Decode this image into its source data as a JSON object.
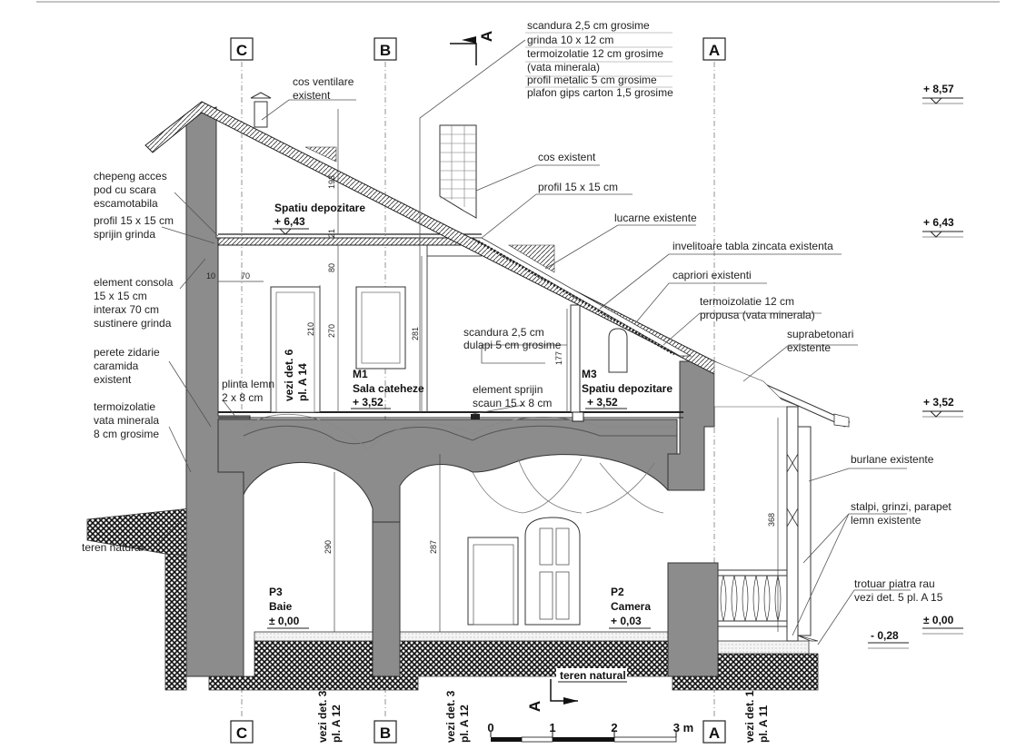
{
  "gridlines": {
    "C": "C",
    "B": "B",
    "A": "A"
  },
  "section_marker": "A",
  "levels": {
    "top": "+ 8,57",
    "attic": "+ 6,43",
    "first": "+ 3,52",
    "ground": "± 0,00",
    "sidewalk": "- 0,28"
  },
  "roof_layers": [
    "scandura 2,5 cm grosime",
    "grinda 10 x 12 cm",
    "termoizolatie 12 cm grosime",
    "(vata minerala)",
    "profil metalic 5 cm grosime",
    "plafon gips carton 1,5 grosime"
  ],
  "labels": {
    "cos_ventilare": [
      "cos ventilare",
      "existent"
    ],
    "cos_existent": "cos existent",
    "profil_15": "profil 15 x 15 cm",
    "lucarne": "lucarne existente",
    "invelitoare": "invelitoare tabla zincata existenta",
    "capriori": "capriori existenti",
    "termoizolatie_propusa": [
      "termoizolatie 12 cm",
      "propusa (vata minerala)"
    ],
    "suprabetonari": [
      "suprabetonari",
      "existente"
    ],
    "chepeng": [
      "chepeng acces",
      "pod cu scara",
      "escamotabila"
    ],
    "profil_sprijin": [
      "profil 15 x 15 cm",
      "sprijin grinda"
    ],
    "consola": [
      "element consola",
      "15 x 15 cm",
      "interax 70 cm",
      "sustinere grinda"
    ],
    "perete": [
      "perete zidarie",
      "caramida",
      "existent"
    ],
    "plinta": [
      "plinta lemn",
      "2 x 8 cm"
    ],
    "termoizolatie_vata": [
      "termoizolatie",
      "vata minerala",
      "8 cm grosime"
    ],
    "teren_natural_left": "teren natural",
    "teren_natural_bottom": "teren natural",
    "scandura_dulapi": [
      "scandura 2,5 cm",
      "dulapi 5 cm grosime"
    ],
    "element_sprijin": [
      "element sprijin",
      "scaun 15 x 8 cm"
    ],
    "burlane": "burlane existente",
    "stalpi": [
      "stalpi, grinzi, parapet",
      "lemn existente"
    ],
    "trotuar": [
      "trotuar piatra rau",
      "vezi det. 5 pl. A 15"
    ]
  },
  "rooms": {
    "spatiu_top": {
      "name": "Spatiu depozitare",
      "level": "+ 6,43"
    },
    "m1": {
      "code": "M1",
      "name": "Sala cateheze",
      "level": "+ 3,52"
    },
    "m3": {
      "code": "M3",
      "name": "Spatiu depozitare",
      "level": "+ 3,52"
    },
    "p3": {
      "code": "P3",
      "name": "Baie",
      "level": "± 0,00"
    },
    "p2": {
      "code": "P2",
      "name": "Camera",
      "level": "+ 0,03"
    }
  },
  "detail_refs": {
    "upper": [
      "vezi det. 6",
      "pl. A 14"
    ],
    "c": [
      "vezi det. 3",
      "pl. A 12"
    ],
    "b": [
      "vezi det. 3",
      "pl. A 12"
    ],
    "a": [
      "vezi det. 1",
      "pl. A 11"
    ]
  },
  "dimensions": {
    "d193": "193",
    "d21": "21",
    "d80": "80",
    "d70": "70",
    "d10": "10",
    "d270": "270",
    "d210": "210",
    "d281": "281",
    "d177": "177",
    "d290": "290",
    "d287": "287",
    "d368": "368"
  },
  "scale": {
    "ticks": [
      "0",
      "1",
      "2",
      "3 m"
    ]
  },
  "colors": {
    "wall": "#8c8c8c",
    "line": "#222222"
  }
}
